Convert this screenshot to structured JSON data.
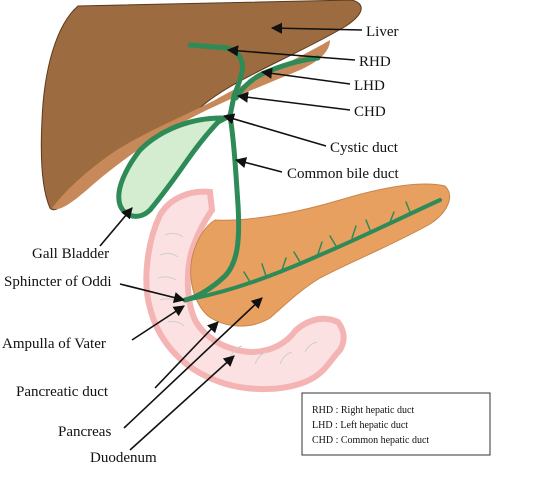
{
  "labels": {
    "liver": "Liver",
    "rhd": "RHD",
    "lhd": "LHD",
    "chd": "CHD",
    "cystic_duct": "Cystic duct",
    "common_bile_duct": "Common bile duct",
    "gall_bladder": "Gall Bladder",
    "sphincter_of_oddi": "Sphincter of Oddi",
    "ampulla_of_vater": "Ampulla of Vater",
    "pancreatic_duct": "Pancreatic duct",
    "pancreas": "Pancreas",
    "duodenum": "Duodenum"
  },
  "legend": [
    "RHD : Right hepatic duct",
    "LHD : Left hepatic duct",
    "CHD : Common hepatic duct"
  ],
  "colors": {
    "liver": "#9c6b3f",
    "liver_underside": "#c8895a",
    "duct": "#2e8b57",
    "gall_bladder_fill": "#d4ecd0",
    "pancreas": "#e8a060",
    "duodenum": "#f4b4b4"
  }
}
